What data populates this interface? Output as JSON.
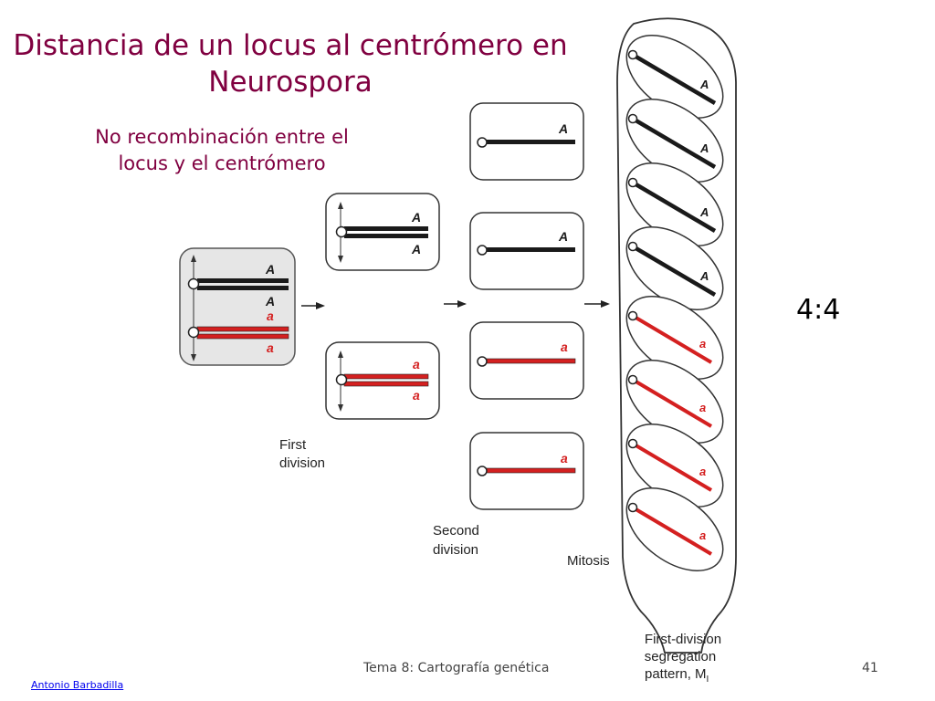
{
  "title": {
    "line1": "Distancia de un locus al centrómero en",
    "line2": "Neurospora"
  },
  "subtitle": {
    "line1": "No recombinación entre el",
    "line2": "locus y el centrómero"
  },
  "ratio": "4:4",
  "footer": {
    "text": "Tema 8: Cartografía genética",
    "page": "41",
    "author": "Antonio Barbadilla"
  },
  "diagram": {
    "allele_dominant": "A",
    "allele_recessive": "a",
    "first_division_label": [
      "First",
      "division"
    ],
    "second_division_label": [
      "Second",
      "division"
    ],
    "mitosis_label": "Mitosis",
    "pattern_label": [
      "First-division",
      "segregation",
      "pattern, M",
      "I"
    ],
    "colors": {
      "dominant": "#1a1a1a",
      "recessive": "#d42020",
      "outline": "#222222"
    }
  }
}
